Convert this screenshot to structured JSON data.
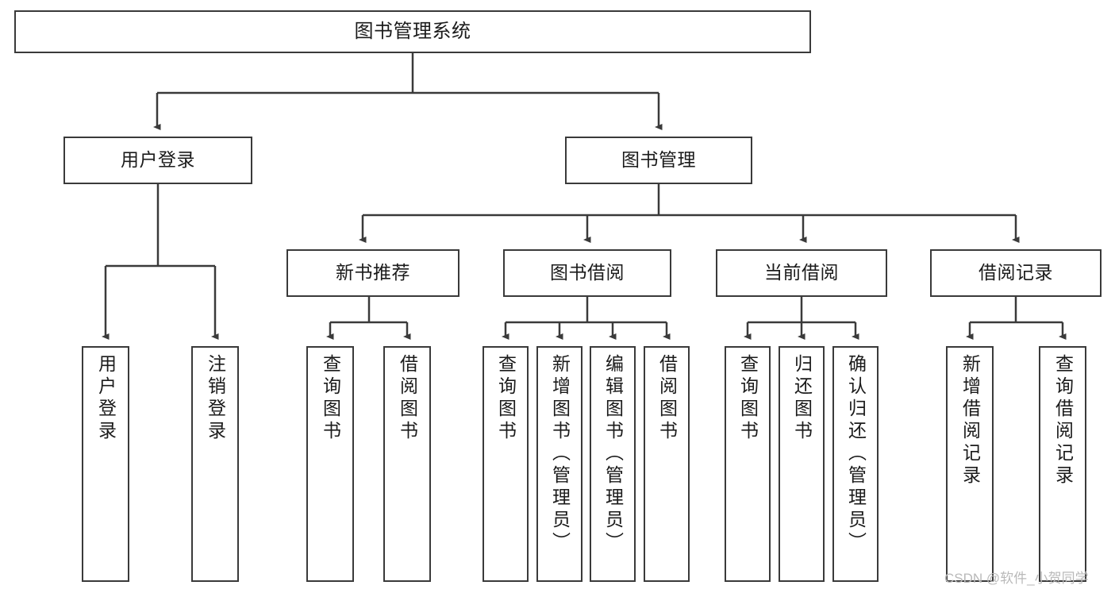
{
  "diagram": {
    "title": "图书管理系统",
    "type": "hierarchy-tree",
    "line_color": "#3a3a3a",
    "box_fill": "#ffffff",
    "text_color": "#1b1b1b",
    "watermark": "CSDN @软件_小贺同学"
  },
  "nodes": {
    "root": {
      "label": "图书管理系统"
    },
    "level2": [
      {
        "label": "用户登录"
      },
      {
        "label": "图书管理"
      }
    ],
    "level3": [
      {
        "label": "新书推荐"
      },
      {
        "label": "图书借阅"
      },
      {
        "label": "当前借阅"
      },
      {
        "label": "借阅记录"
      }
    ],
    "leaves": {
      "user_login": [
        {
          "label": "用户登录"
        },
        {
          "label": "注销登录"
        }
      ],
      "new_book": [
        {
          "label": "查询图书"
        },
        {
          "label": "借阅图书"
        }
      ],
      "book_borrow": [
        {
          "label": "查询图书"
        },
        {
          "label": "新增图书（管理员）"
        },
        {
          "label": "编辑图书（管理员）"
        },
        {
          "label": "借阅图书"
        }
      ],
      "current_borrow": [
        {
          "label": "查询图书"
        },
        {
          "label": "归还图书"
        },
        {
          "label": "确认归还（管理员）"
        }
      ],
      "borrow_record": [
        {
          "label": "新增借阅记录"
        },
        {
          "label": "查询借阅记录"
        }
      ]
    }
  }
}
